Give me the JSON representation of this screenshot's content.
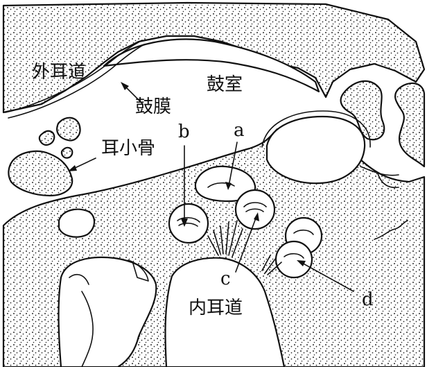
{
  "labels": {
    "external_canal": "外耳道",
    "eardrum": "鼓膜",
    "tympanic_cavity": "鼓室",
    "ossicles": "耳小骨",
    "internal_canal": "内耳道",
    "a": "a",
    "b": "b",
    "c": "c",
    "d": "d"
  }
}
